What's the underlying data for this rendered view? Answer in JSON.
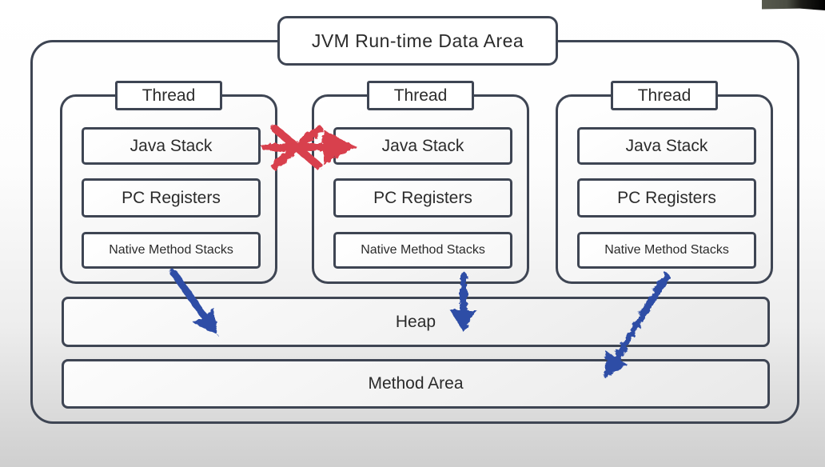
{
  "diagram": {
    "title": "JVM Run-time Data Area"
  },
  "threads": [
    {
      "label": "Thread",
      "components": [
        "Java Stack",
        "PC Registers",
        "Native Method Stacks"
      ]
    },
    {
      "label": "Thread",
      "components": [
        "Java Stack",
        "PC Registers",
        "Native Method Stacks"
      ]
    },
    {
      "label": "Thread",
      "components": [
        "Java Stack",
        "PC Registers",
        "Native Method Stacks"
      ]
    }
  ],
  "shared_areas": [
    {
      "label": "Heap"
    },
    {
      "label": "Method Area"
    }
  ],
  "colors": {
    "box_border": "#3e4553",
    "blocked_arrow_red": "#d8404e",
    "shared_access_blue": "#2e4ea6"
  }
}
